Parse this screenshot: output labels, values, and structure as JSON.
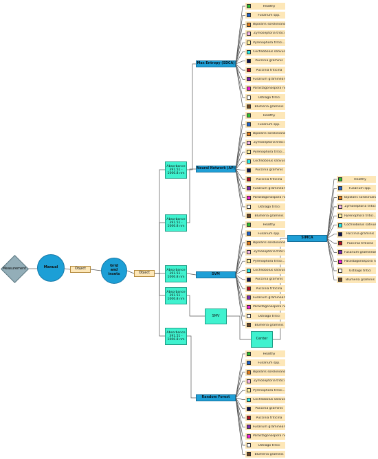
{
  "colors": {
    "node_blue": "#1f9fd6",
    "node_cyan": "#3ff2cf",
    "object_fill": "#fde7b8",
    "diamond": "#93aeb8",
    "wire": "#555555"
  },
  "nodes": {
    "measurement": "Measurement",
    "manual": "Manual",
    "object1": "Object",
    "grid": "Grid\nand\ninsets",
    "object2": "Object",
    "absorbance": [
      "Absorbance\n391.51 -\n1006.8 nm",
      "Absorbance\n391.51 -\n1006.8 nm",
      "Absorbance\n391.51 -\n1006.8 nm",
      "Absorbance\n391.51 -\n1006.8 nm",
      "Absorbance\n391.51 -\n1006.8 nm"
    ],
    "algos": [
      "Max Entropy (SDCA)",
      "Neural Network (AP)",
      "SVM",
      "Random Forest",
      "SIMCA"
    ],
    "smv": "SMV",
    "center": "Center"
  },
  "classes": [
    {
      "label": "Healthy",
      "color": "#2fbf2f"
    },
    {
      "label": "Fusarium spp.",
      "color": "#1e62c8"
    },
    {
      "label": "Bipolaris sorokiniana",
      "color": "#e07a1a"
    },
    {
      "label": "Zymoseptoria tritici",
      "color": "#f4b6e6"
    },
    {
      "label": "Pyrenophora tritici...",
      "color": "#fff2a0"
    },
    {
      "label": "Cochliobolus sativus",
      "color": "#27e8e8"
    },
    {
      "label": "Puccinia graminis",
      "color": "#0c1250"
    },
    {
      "label": "Puccinia triticina",
      "color": "#b01020"
    },
    {
      "label": "Fusarium graminearum",
      "color": "#7a2ab0"
    },
    {
      "label": "Parastagonospora no...",
      "color": "#f020d8"
    },
    {
      "label": "Ustilago tritici",
      "color": "#ffffff"
    },
    {
      "label": "Blumeria graminis",
      "color": "#6b4420"
    }
  ]
}
